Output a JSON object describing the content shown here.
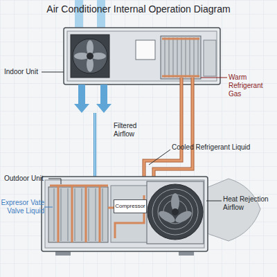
{
  "diagram": {
    "title": "Air Conditioner Internal Operation Diagram",
    "nodes": [
      {
        "text": [
          "Compressor"
        ]
      }
    ],
    "labels": [
      "Indoor Unit",
      "Warm Refrigerant Gas",
      "Filtered Airflow",
      "Cooled Refrigerant Liquid",
      "Outdoor Unit",
      "Expresor Vate Valve Liquid",
      "Heat Rejection Airflow"
    ]
  }
}
